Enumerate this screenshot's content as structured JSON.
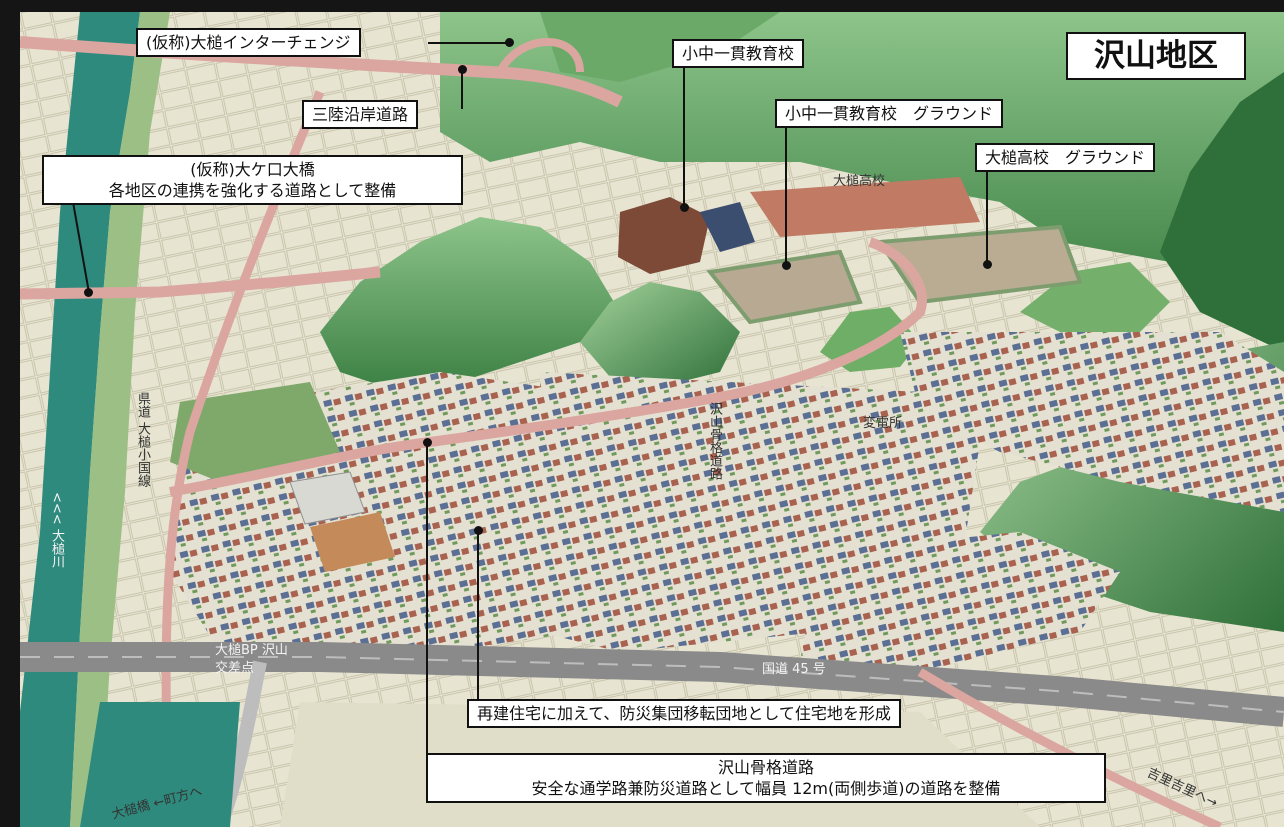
{
  "title": "沢山地区",
  "callouts": {
    "interchange": "(仮称)大槌インターチェンジ",
    "sanriku": "三陸沿岸道路",
    "bridge_line1": "(仮称)大ケ口大橋",
    "bridge_line2": "各地区の連携を強化する道路として整備",
    "school": "小中一貫教育校",
    "school_ground": "小中一貫教育校　グラウンド",
    "highschool_ground": "大槌高校　グラウンド",
    "housing": "再建住宅に加えて、防災集団移転団地として住宅地を形成",
    "road_line1": "沢山骨格道路",
    "road_line2": "安全な通学路兼防災道路として幅員 12m(両側歩道)の道路を整備"
  },
  "map_labels": {
    "highschool": "大槌高校",
    "substation": "変電所",
    "intersection_line1": "大槌BP 沢山",
    "intersection_line2": "交差点",
    "route45": "国道 45 号",
    "river": "<<< 大槌川",
    "prefectural_road": "県道 大槌小国線",
    "sawayama_street": "沢山骨格道路",
    "kirikiri": "吉里吉里へ→",
    "machikata": "大槌橋 ←町方へ"
  },
  "colors": {
    "road": "#dba6a0",
    "mountain": "#4f9a55",
    "river": "#2f8a7e",
    "field": "#dcdbc7",
    "callout_border": "#111111"
  }
}
